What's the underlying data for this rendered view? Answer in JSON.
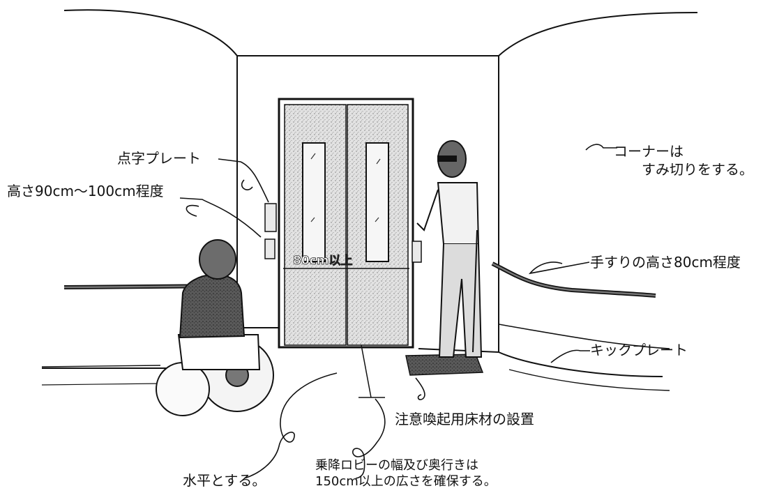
{
  "labels": {
    "braille_plate": "点字プレート",
    "height_range": "高さ90cm〜100cm程度",
    "corner_line1": "コーナーは",
    "corner_line2": "すみ切りをする。",
    "handrail_height": "手すりの高さ80cm程度",
    "kick_plate": "キックプレート",
    "warning_floor": "注意喚起用床材の設置",
    "lobby_line1": "乗降ロビーの幅及び奥行きは",
    "lobby_line2": "150cm以上の広さを確保する。",
    "level_floor": "水平とする。",
    "door_width": "80cm以上"
  },
  "colors": {
    "ink": "#111111",
    "door_fill": "#d9d9d9",
    "mat_fill": "#8a8a8a",
    "figure_fill": "#9a9a9a"
  }
}
